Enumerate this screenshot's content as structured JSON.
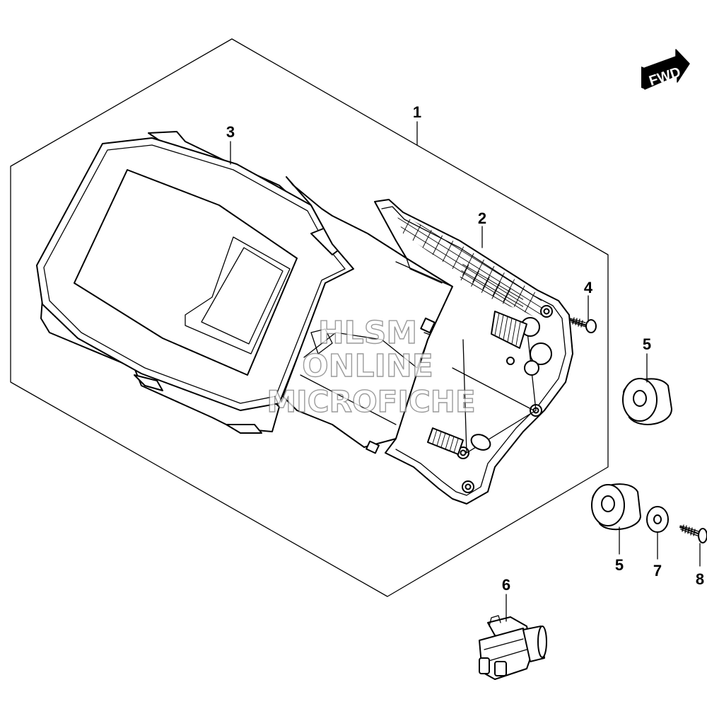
{
  "fwd_arrow": {
    "label": "FWD",
    "icon": "fwd-arrow-icon"
  },
  "callouts": [
    {
      "id": "1",
      "label": "1"
    },
    {
      "id": "2",
      "label": "2"
    },
    {
      "id": "3",
      "label": "3"
    },
    {
      "id": "4",
      "label": "4"
    },
    {
      "id": "5a",
      "label": "5"
    },
    {
      "id": "5b",
      "label": "5"
    },
    {
      "id": "6",
      "label": "6"
    },
    {
      "id": "7",
      "label": "7"
    },
    {
      "id": "8",
      "label": "8"
    }
  ],
  "watermark": {
    "line1": "HLSM",
    "line2": "ONLINE",
    "line3": "MICROFICHE"
  }
}
